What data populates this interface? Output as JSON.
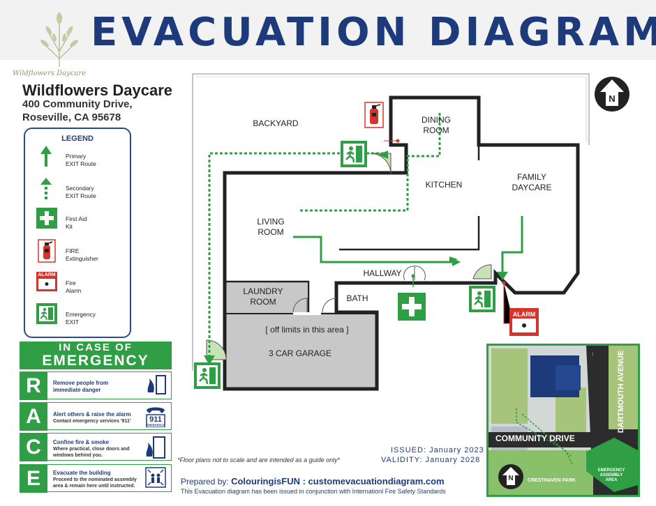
{
  "header": {
    "title": "EVACUATION DIAGRAM"
  },
  "logo": {
    "text": "Wildflowers Daycare"
  },
  "organization": {
    "name": "Wildflowers Daycare",
    "address_line1": "400 Community Drive,",
    "address_line2": "Roseville, CA 95678"
  },
  "legend": {
    "title": "LEGEND",
    "items": [
      {
        "label1": "Primary",
        "label2": "EXIT Route"
      },
      {
        "label1": "Secondary",
        "label2": "EXIT Route"
      },
      {
        "label1": "First Aid",
        "label2": "Kit"
      },
      {
        "label1": "FIRE",
        "label2": "Extinguisher"
      },
      {
        "label1": "Fire",
        "label2": "Alarm"
      },
      {
        "label1": "Emergency",
        "label2": "EXIT"
      }
    ],
    "alarm_icon_text": "ALARM"
  },
  "emergency": {
    "heading1": "IN CASE OF",
    "heading2": "EMERGENCY",
    "steps": [
      {
        "letter": "R",
        "line1": "Remove people from",
        "line2": "immediate danger",
        "detail": ""
      },
      {
        "letter": "A",
        "line1": "Alert others & raise the alarm",
        "line2": "",
        "detail": "Contact emergency services '911'"
      },
      {
        "letter": "C",
        "line1": "Confine fire & smoke",
        "line2": "",
        "detail": "Where practical, close doors and windows behind you."
      },
      {
        "letter": "E",
        "line1": "Evacuate the building",
        "line2": "",
        "detail": "Proceed to the nominated assembly area & remain here until instructed."
      }
    ],
    "phone_icon_text": "911",
    "phone_icon_sub": "EMERGENCY"
  },
  "rooms": {
    "backyard": "BACKYARD",
    "dining1": "DINING",
    "dining2": "ROOM",
    "kitchen": "KITCHEN",
    "family1": "FAMILY",
    "family2": "DAYCARE",
    "living1": "LIVING",
    "living2": "ROOM",
    "hallway": "HALLWAY",
    "laundry1": "LAUNDRY",
    "laundry2": "ROOM",
    "bath": "BATH",
    "offlimits": "[ off limits in this area ]",
    "garage": "3 CAR GARAGE"
  },
  "floor_alarm_text": "ALARM",
  "compass": {
    "letter": "N"
  },
  "map": {
    "street1": "COMMUNITY DRIVE",
    "street2": "DARTMOUTH AVENUE",
    "park": "CRESTHAVEN PARK",
    "assembly1": "EMERGENCY",
    "assembly2": "ASSEMBLY",
    "assembly3": "AREA",
    "compass_letter": "N"
  },
  "footer": {
    "note": "*Floor plans not to scale and are intended as a guide only*",
    "issued": "ISSUED: January 2023",
    "validity": "VALIDITY: January 2028",
    "prepared_prefix": "Prepared by:",
    "prepared_by": "ColouringisFUN : customevacuationdiagram.com",
    "conjunction": "This Evacuation diagram has been issued in conjunction with Internationl Fire Safety Standards"
  },
  "colors": {
    "primary_blue": "#1d3b7a",
    "green": "#2f9e44",
    "red": "#d6332a",
    "garage_gray": "#c8c8c8"
  }
}
